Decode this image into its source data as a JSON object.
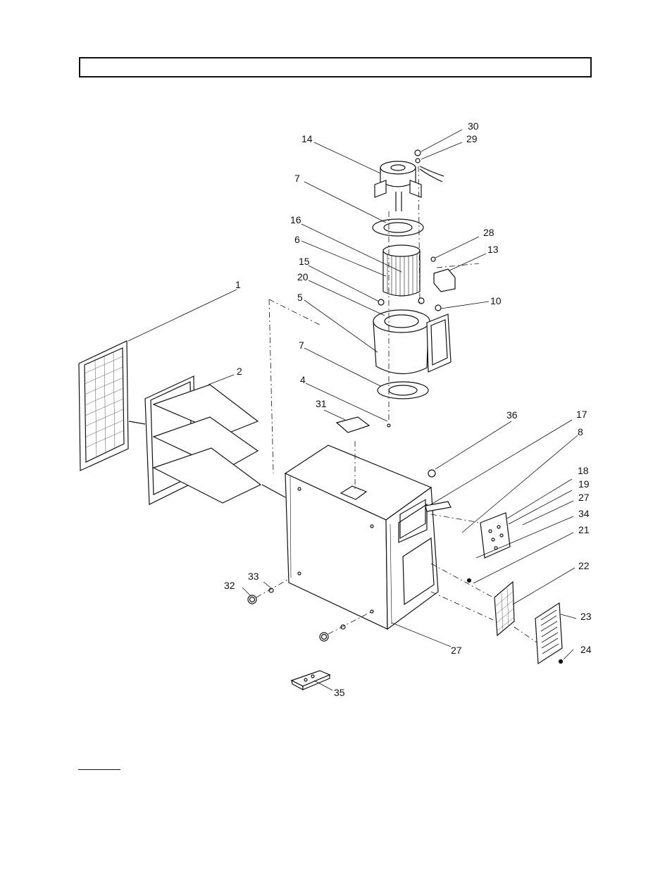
{
  "diagram": {
    "callouts": [
      "30",
      "29",
      "14",
      "7",
      "28",
      "13",
      "16",
      "6",
      "15",
      "20",
      "10",
      "5",
      "1",
      "2",
      "7",
      "4",
      "31",
      "36",
      "17",
      "8",
      "18",
      "19",
      "27",
      "34",
      "21",
      "22",
      "23",
      "24",
      "27",
      "33",
      "32",
      "35"
    ]
  }
}
